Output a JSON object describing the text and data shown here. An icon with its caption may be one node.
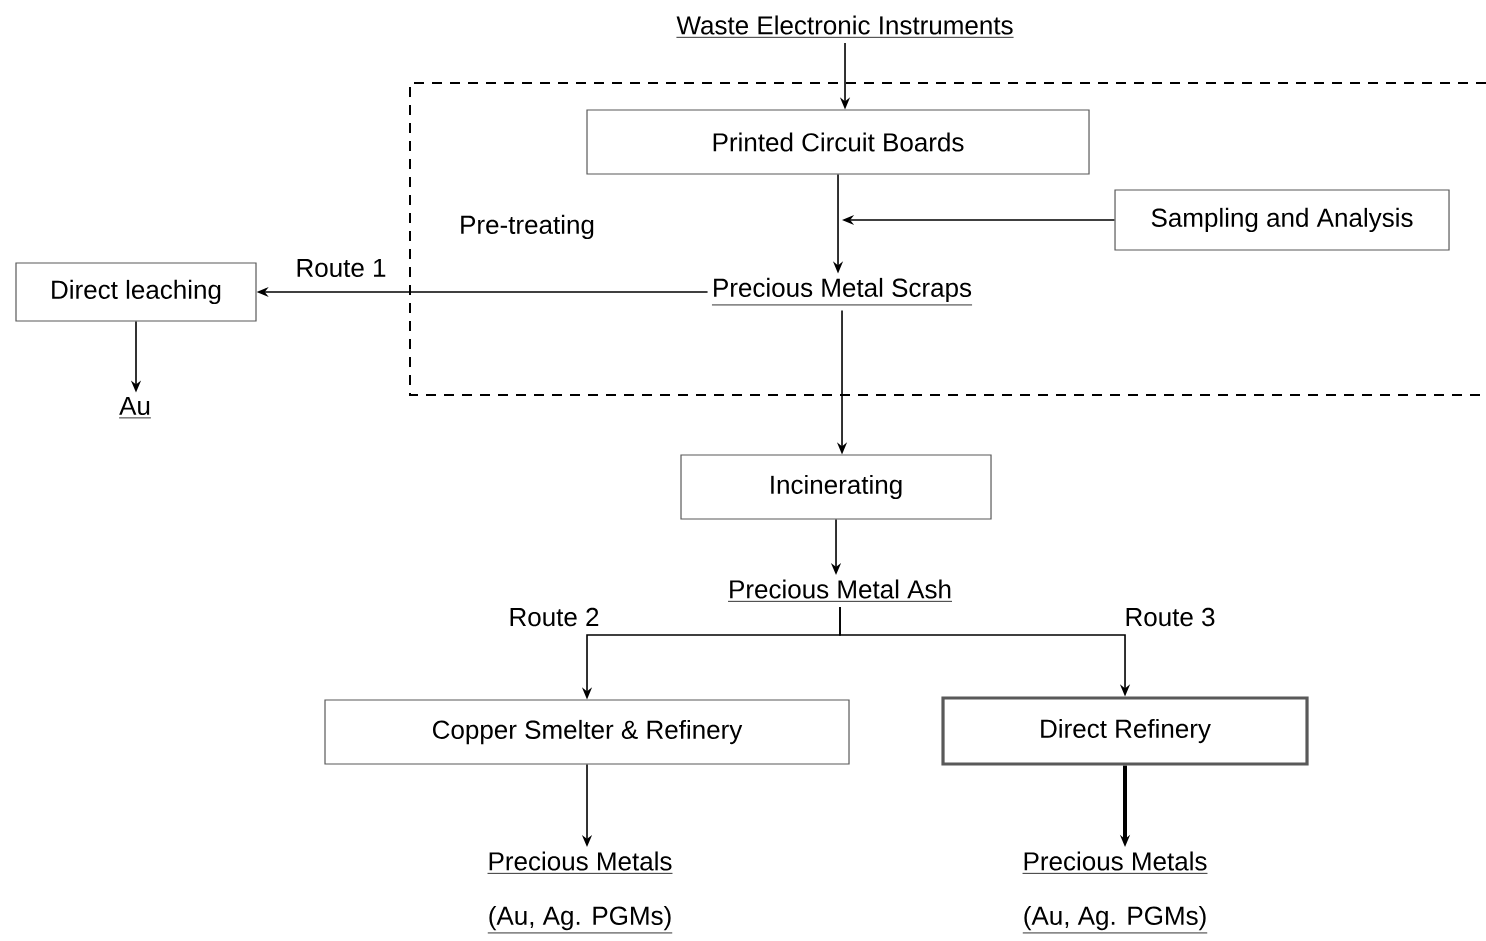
{
  "diagram": {
    "nodes": [
      {
        "text": [
          "Waste Electronic Instruments"
        ]
      },
      {
        "text": [
          "Pre-treating"
        ]
      },
      {
        "text": [
          "Printed Circuit Boards"
        ],
        "in": 1
      },
      {
        "text": [
          "Sampling and Analysis"
        ],
        "in": 1
      },
      {
        "text": [
          "Precious Metal Scraps"
        ],
        "in": 1
      },
      {
        "text": [
          "Direct leaching"
        ]
      },
      {
        "text": [
          "Au"
        ]
      },
      {
        "text": [
          "Incinerating"
        ]
      },
      {
        "text": [
          "Precious Metal Ash"
        ]
      },
      {
        "text": [
          "Copper Smelter & Refinery"
        ]
      },
      {
        "text": [
          "Direct Refinery"
        ]
      },
      {
        "text": [
          "Precious Metals",
          "(Au, Ag. PGMs)"
        ]
      },
      {
        "text": [
          "Precious Metals",
          "(Au, Ag. PGMs)"
        ]
      }
    ],
    "edges": [
      {
        "from": 0,
        "to": 2,
        "arrow": "to"
      },
      {
        "from": 3,
        "to": null,
        "arrow": "to"
      },
      {
        "from": 2,
        "to": 4,
        "arrow": "to"
      },
      {
        "from": 4,
        "to": 5,
        "arrow": "to",
        "label": "Route 1"
      },
      {
        "from": 5,
        "to": 6,
        "arrow": "to"
      },
      {
        "from": 4,
        "to": 7,
        "arrow": "to"
      },
      {
        "from": 7,
        "to": 8,
        "arrow": "to"
      },
      {
        "from": 8,
        "to": 9,
        "arrow": "to",
        "label": "Route 2"
      },
      {
        "from": 8,
        "to": 10,
        "arrow": "to",
        "label": "Route 3"
      },
      {
        "from": 9,
        "to": 11,
        "arrow": "to"
      },
      {
        "from": 10,
        "to": 12,
        "arrow": "to",
        "style": "thick"
      }
    ]
  }
}
